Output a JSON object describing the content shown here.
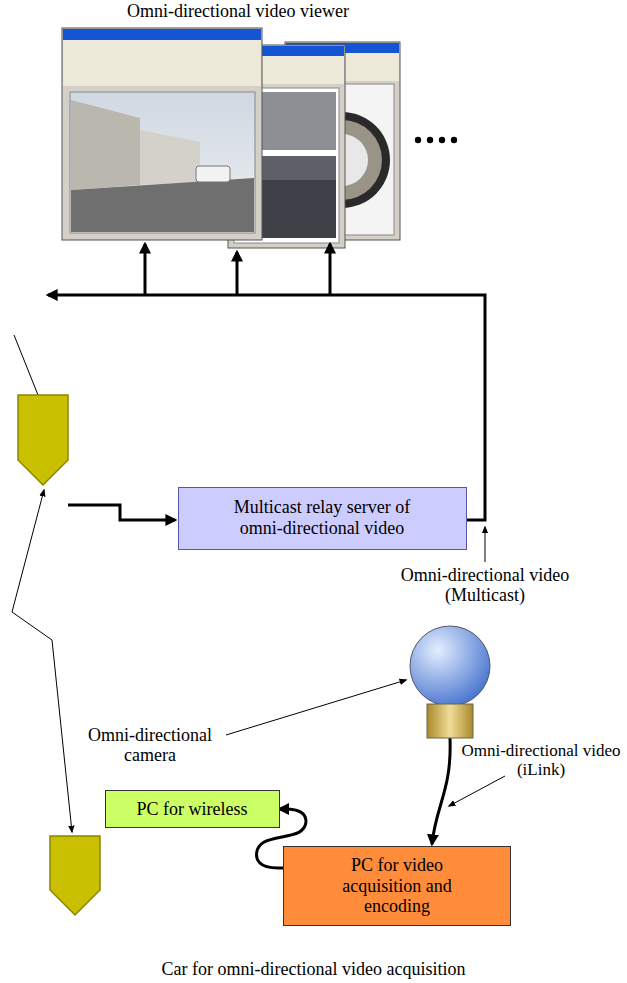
{
  "diagram": {
    "nodes": [
      {
        "text": [
          "Multicast relay server of omni-directional video"
        ]
      },
      {
        "text": [
          "Car for omni-directional video acquisition"
        ]
      },
      {
        "text": [
          "PC for wireless"
        ],
        "in": 1
      },
      {
        "text": [
          "PC for video acquisition and encoding"
        ],
        "in": 1
      }
    ],
    "edges": [
      {
        "from": 3,
        "to": 2,
        "arrow": "to"
      }
    ],
    "labels": [
      "Omni-directional video viewer",
      "Omni-directional video (Multicast)",
      "Omni-directional camera",
      "Omni-directional video (iLink)"
    ]
  }
}
